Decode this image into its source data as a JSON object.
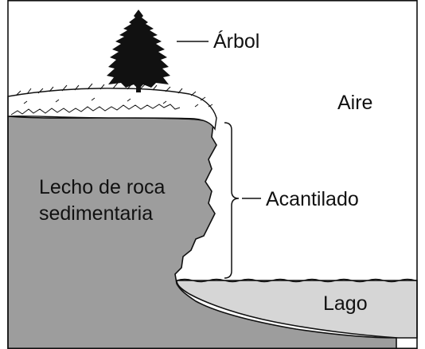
{
  "labels": {
    "tree": "Árbol",
    "air": "Aire",
    "cliff": "Acantilado",
    "lake": "Lago",
    "bedrock_line1": "Lecho de roca",
    "bedrock_line2": "sedimentaria"
  },
  "colors": {
    "rock": "#9d9d9d",
    "lake": "#d6d6d6",
    "ink": "#111111",
    "background": "#ffffff"
  }
}
